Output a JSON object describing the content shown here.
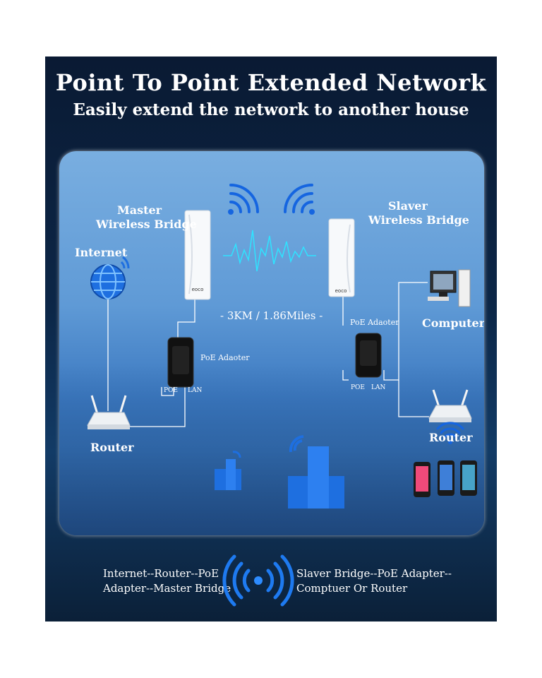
{
  "title": "Point To Point Extended Network",
  "subtitle": "Easily extend the network to another house",
  "labels": {
    "master": [
      "Master",
      "Wireless Bridge"
    ],
    "slaver": [
      "Slaver",
      "Wireless Bridge"
    ],
    "internet": "Internet",
    "computer": "Computer",
    "router_left": "Router",
    "router_right": "Router",
    "poe_left": "PoE Adaoter",
    "poe_right": "PoE Adaoter",
    "poe_port": "POE",
    "lan_port": "LAN",
    "distance": "- 3KM / 1.86Miles -",
    "brand": "eoco"
  },
  "footer": {
    "left": [
      "Internet--Router--PoE",
      "Adapter--Master Bridge"
    ],
    "right": [
      "Slaver Bridge--PoE Adapter--",
      "Comptuer Or Router"
    ]
  },
  "colors": {
    "background": "#0c2748",
    "panel": "#5f9ad6",
    "accent_blue": "#1e6fe0",
    "line": "#ffffff"
  }
}
